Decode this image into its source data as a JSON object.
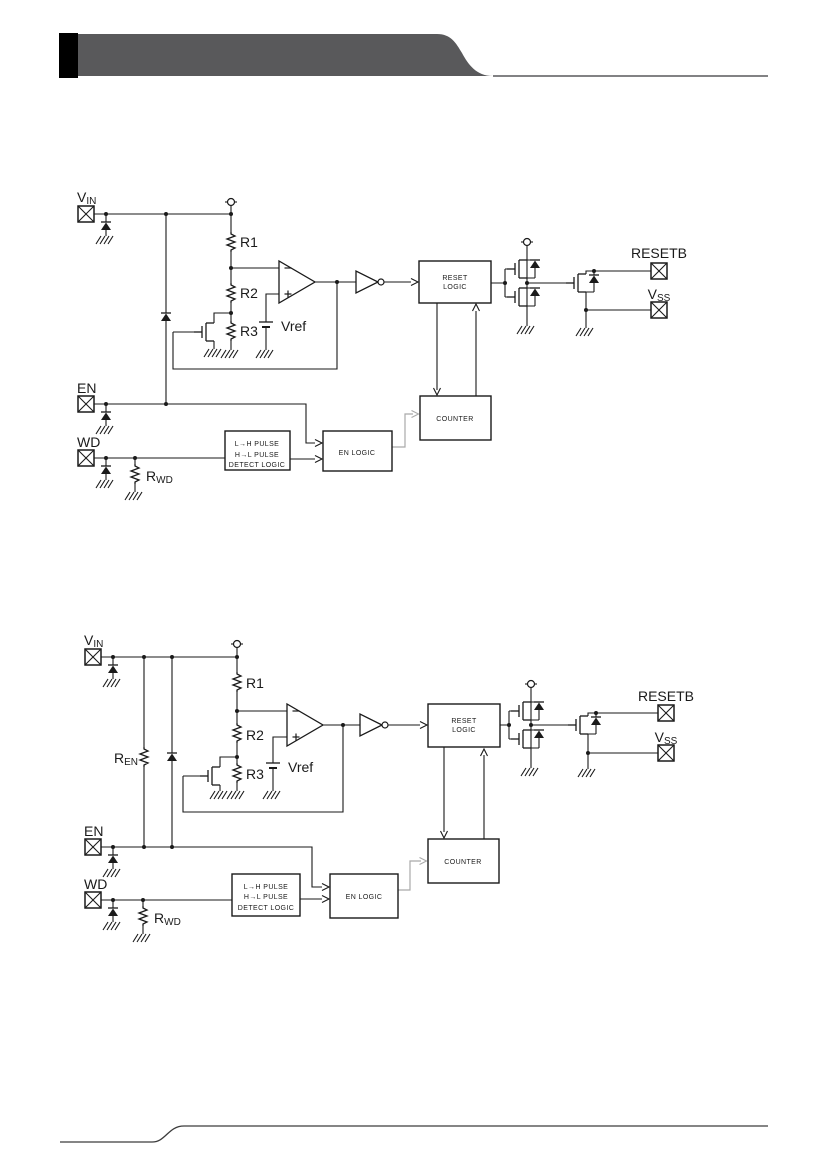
{
  "labels": {
    "vin_main": "V",
    "vin_sub": "IN",
    "en": "EN",
    "wd": "WD",
    "resetb": "RESETB",
    "vss_main": "V",
    "vss_sub": "SS",
    "r1": "R1",
    "r2": "R2",
    "r3": "R3",
    "vref": "Vref",
    "rwd_main": "R",
    "rwd_sub": "WD",
    "ren_main": "R",
    "ren_sub": "EN"
  },
  "blocks": {
    "reset_l1": "RESET",
    "reset_l2": "LOGIC",
    "counter": "COUNTER",
    "en_logic": "EN LOGIC",
    "detect_l1": "L→H PULSE",
    "detect_l2": "H→L PULSE",
    "detect_l3": "DETECT LOGIC"
  },
  "colors": {
    "line": "#1a1a1a",
    "gray_wire": "#a9a9a9",
    "banner": "#59595b",
    "tab": "#000000",
    "page_bg": "#ffffff"
  }
}
